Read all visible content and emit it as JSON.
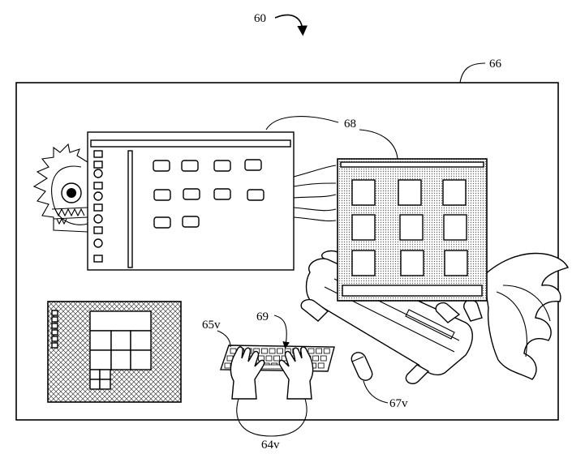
{
  "figure": {
    "labels": {
      "figure_number": "60",
      "virtual_space": "66",
      "windows": "68",
      "keyboard_target": "69",
      "virtual_keyboard": "65v",
      "virtual_mouse": "67v",
      "virtual_hands": "64v"
    }
  }
}
